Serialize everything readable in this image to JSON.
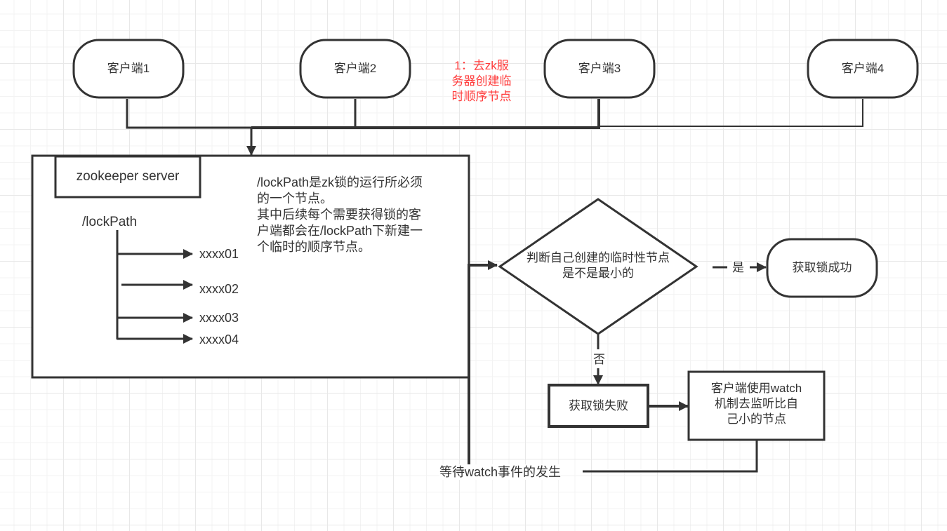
{
  "diagram": {
    "title_color": "#333333",
    "accent_color": "#ff3b3b",
    "clients": [
      {
        "id": "client-1",
        "label": "客户端1"
      },
      {
        "id": "client-2",
        "label": "客户端2"
      },
      {
        "id": "client-3",
        "label": "客户端3"
      },
      {
        "id": "client-4",
        "label": "客户端4"
      }
    ],
    "step1_note": [
      "1：去zk服",
      "务器创建临",
      "时顺序节点"
    ],
    "server": {
      "title": "zookeeper server",
      "root_node": "/lockPath",
      "children": [
        "xxxx01",
        "xxxx02",
        "xxxx03",
        "xxxx04"
      ],
      "description": [
        "/lockPath是zk锁的运行所必须",
        "的一个节点。",
        "其中后续每个需要获得锁的客",
        "户端都会在/lockPath下新建一",
        "个临时的顺序节点。"
      ]
    },
    "decision": {
      "label": [
        "判断自己创建的临时性节点",
        "是不是最小的"
      ],
      "yes_label": "是",
      "no_label": "否"
    },
    "success": {
      "label": "获取锁成功"
    },
    "failure": {
      "label": "获取锁失败"
    },
    "watch": {
      "label": [
        "客户端使用watch",
        "机制去监听比自",
        "己小的节点"
      ]
    },
    "wait_label": "等待watch事件的发生"
  }
}
